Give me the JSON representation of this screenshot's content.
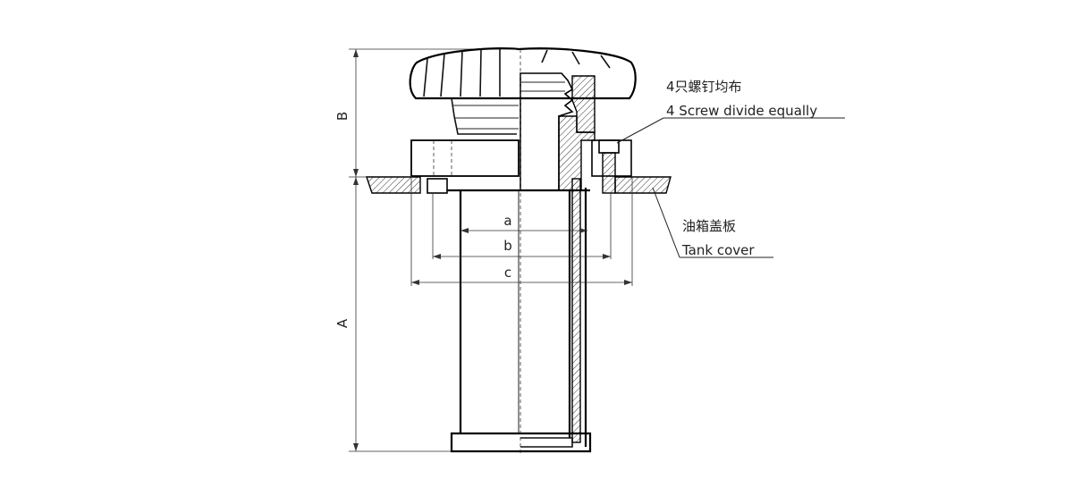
{
  "dimensions": {
    "A": "A",
    "B": "B",
    "a": "a",
    "b": "b",
    "c": "c"
  },
  "callouts": {
    "screws_cn": "4只螺钉均布",
    "screws_en": "4 Screw divide equally",
    "cover_cn": "油箱盖板",
    "cover_en": "Tank cover"
  },
  "colors": {
    "line": "#000000",
    "hatch": "#333333",
    "background": "#ffffff"
  }
}
